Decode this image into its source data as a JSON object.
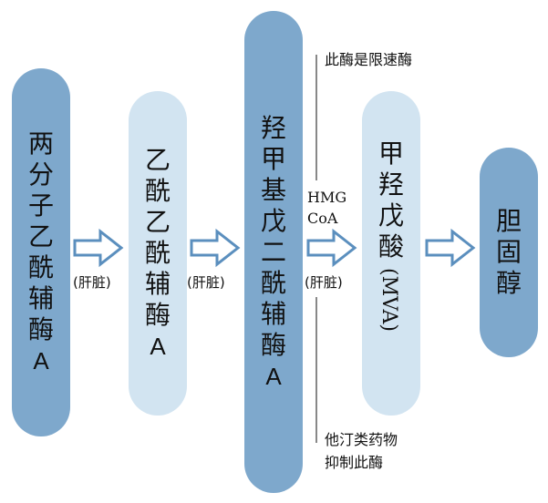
{
  "nodes": [
    {
      "id": "acetyl-coa-2",
      "chars": [
        "两",
        "分",
        "子",
        "乙",
        "酰",
        "辅",
        "酶",
        "A"
      ]
    },
    {
      "id": "acetoacetyl-coa",
      "chars": [
        "乙",
        "酰",
        "乙",
        "酰",
        "辅",
        "酶",
        "A"
      ]
    },
    {
      "id": "hmg-coa",
      "chars": [
        "羟",
        "甲",
        "基",
        "戊",
        "二",
        "酰",
        "辅",
        "酶",
        "A"
      ]
    },
    {
      "id": "mva",
      "chars": [
        "甲",
        "羟",
        "戊",
        "酸"
      ],
      "abbr": "(MVA)"
    },
    {
      "id": "cholesterol",
      "chars": [
        "胆",
        "固",
        "醇"
      ]
    }
  ],
  "labels": {
    "liver1": "(肝脏)",
    "liver2": "(肝脏)",
    "liver3": "(肝脏)",
    "hmg": "HMG",
    "coa": "CoA"
  },
  "notes": {
    "rate_limiting": "此酶是限速酶",
    "statin_line1": "他汀类药物",
    "statin_line2": "抑制此酶"
  },
  "colors": {
    "dark_pill": "#7ea8cc",
    "light_pill": "#d2e4f1",
    "arrow": "#5b8fbe"
  }
}
